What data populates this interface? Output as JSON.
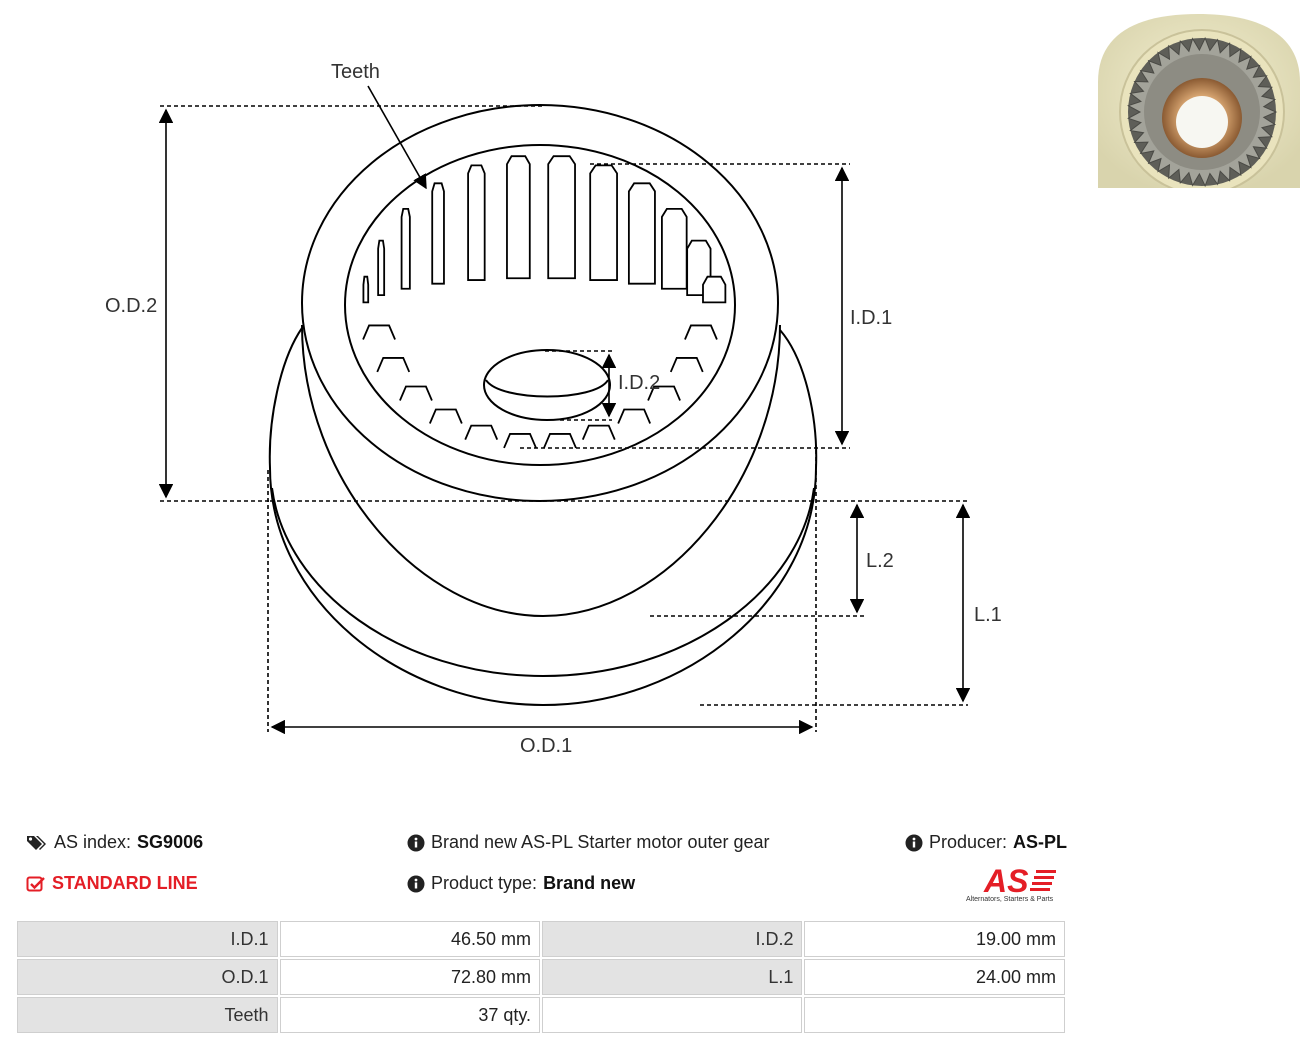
{
  "diagram": {
    "labels": {
      "teeth": "Teeth",
      "od2": "O.D.2",
      "id1": "I.D.1",
      "id2": "I.D.2",
      "l2": "L.2",
      "l1": "L.1",
      "od1": "O.D.1"
    }
  },
  "info": {
    "as_index_label": "AS index:",
    "as_index_value": "SG9006",
    "line": "STANDARD LINE",
    "description": "Brand new AS-PL Starter motor outer gear",
    "product_type_label": "Product type:",
    "product_type_value": "Brand new",
    "producer_label": "Producer:",
    "producer_value": "AS-PL"
  },
  "logo": {
    "mark": "AS",
    "tagline": "Alternators, Starters & Parts"
  },
  "specs": [
    {
      "label1": "I.D.1",
      "value1": "46.50 mm",
      "label2": "I.D.2",
      "value2": "19.00 mm"
    },
    {
      "label1": "O.D.1",
      "value1": "72.80 mm",
      "label2": "L.1",
      "value2": "24.00 mm"
    },
    {
      "label1": "Teeth",
      "value1": "37 qty.",
      "label2": "",
      "value2": ""
    }
  ],
  "colors": {
    "accent_red": "#e41e26",
    "line": "#000000",
    "table_label_bg": "#e3e3e3"
  }
}
